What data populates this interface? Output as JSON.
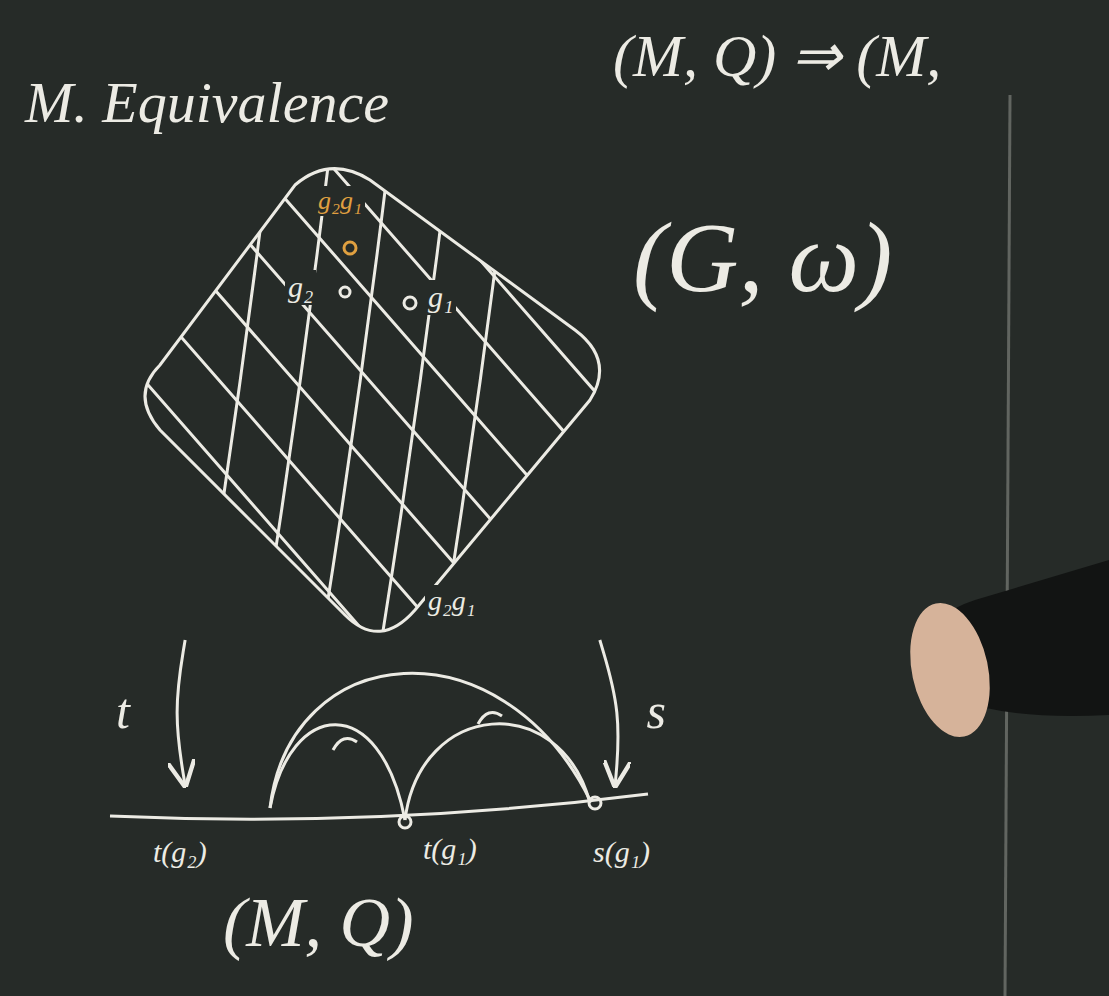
{
  "diagram": {
    "title": "M. Equivalence",
    "nodes": [
      {
        "text": [
          "(G, ω)",
          "g₂g₁",
          "g₂",
          "g₁"
        ]
      },
      {
        "text": [
          "(M, Q)"
        ]
      }
    ],
    "edges": [
      {
        "from": 0,
        "to": 1,
        "label": "t",
        "arrow": "to"
      },
      {
        "from": 0,
        "to": 1,
        "label": "s",
        "arrow": "to"
      }
    ],
    "labels": [
      "(M, Q) ⇒ (M,",
      "g₂g₁",
      "t(g₂)",
      "t(g₁)",
      "s(g₁)"
    ]
  }
}
